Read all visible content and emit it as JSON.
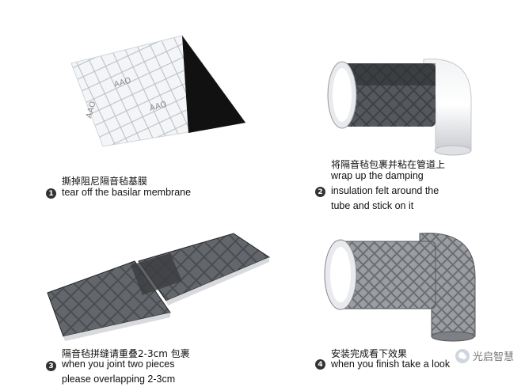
{
  "steps": [
    {
      "number": "1",
      "caption_cn": "撕掉阻尼隔音毡基膜",
      "caption_en": [
        "tear off the basilar membrane"
      ],
      "illustration": "membrane-sheet"
    },
    {
      "number": "2",
      "caption_cn": "将隔音毡包裹并粘在管道上",
      "caption_en": [
        "wrap up the damping",
        "insulation felt around the",
        "tube and stick on it"
      ],
      "illustration": "partially-wrapped-pipe"
    },
    {
      "number": "3",
      "caption_cn": "隔音毡拼缝请重叠2-3cm 包裹",
      "caption_en": [
        "when you joint two pieces",
        "please overlapping 2-3cm"
      ],
      "illustration": "overlapped-strips"
    },
    {
      "number": "4",
      "caption_cn": "安装完成看下效果",
      "caption_en": [
        "when you finish take a look"
      ],
      "illustration": "fully-wrapped-pipe"
    }
  ],
  "watermark": {
    "text": "光启智慧",
    "icon": "wechat-logo-icon"
  },
  "membrane_print": "AAO"
}
